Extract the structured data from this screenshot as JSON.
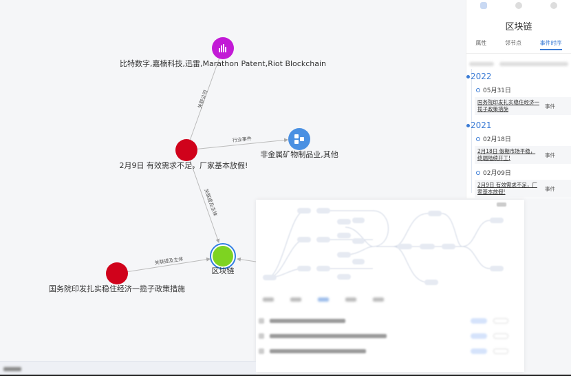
{
  "graph": {
    "nodes": [
      {
        "label": "比特数字,嘉楠科技,迅雷,Marathon Patent,Riot Blockchain",
        "icon": "bar-chart-icon",
        "color": "#c21ad6"
      },
      {
        "label": "2月9日 有效需求不足，厂家基本放假!",
        "color": "#d0021b"
      },
      {
        "label": "非金属矿物制品业,其他",
        "icon": "blocks-icon",
        "color": "#4a90e2"
      },
      {
        "label": "区块链",
        "color": "#7ed321"
      },
      {
        "label": "国务院印发扎实稳住经济一揽子政策措施",
        "color": "#d0021b"
      }
    ],
    "edges": [
      "关联公司",
      "行业事件",
      "关联提及主体",
      "关联提及主体"
    ]
  },
  "panel": {
    "title": "区块链",
    "tabs": [
      "属性",
      "邻节点",
      "事件时序"
    ],
    "timeline": [
      {
        "year": "2022",
        "dates": [
          {
            "date": "05月31日",
            "events": [
              {
                "title": "国务院印发扎实稳住经济一揽子政策措施",
                "type": "事件"
              }
            ]
          }
        ]
      },
      {
        "year": "2021",
        "dates": [
          {
            "date": "02月18日",
            "events": [
              {
                "title": "2月18日 假期市场平稳，终端陆续开工!",
                "type": "事件"
              }
            ]
          },
          {
            "date": "02月09日",
            "events": [
              {
                "title": "2月9日 有效需求不足，厂家基本放假!",
                "type": "事件"
              }
            ]
          }
        ]
      }
    ]
  }
}
